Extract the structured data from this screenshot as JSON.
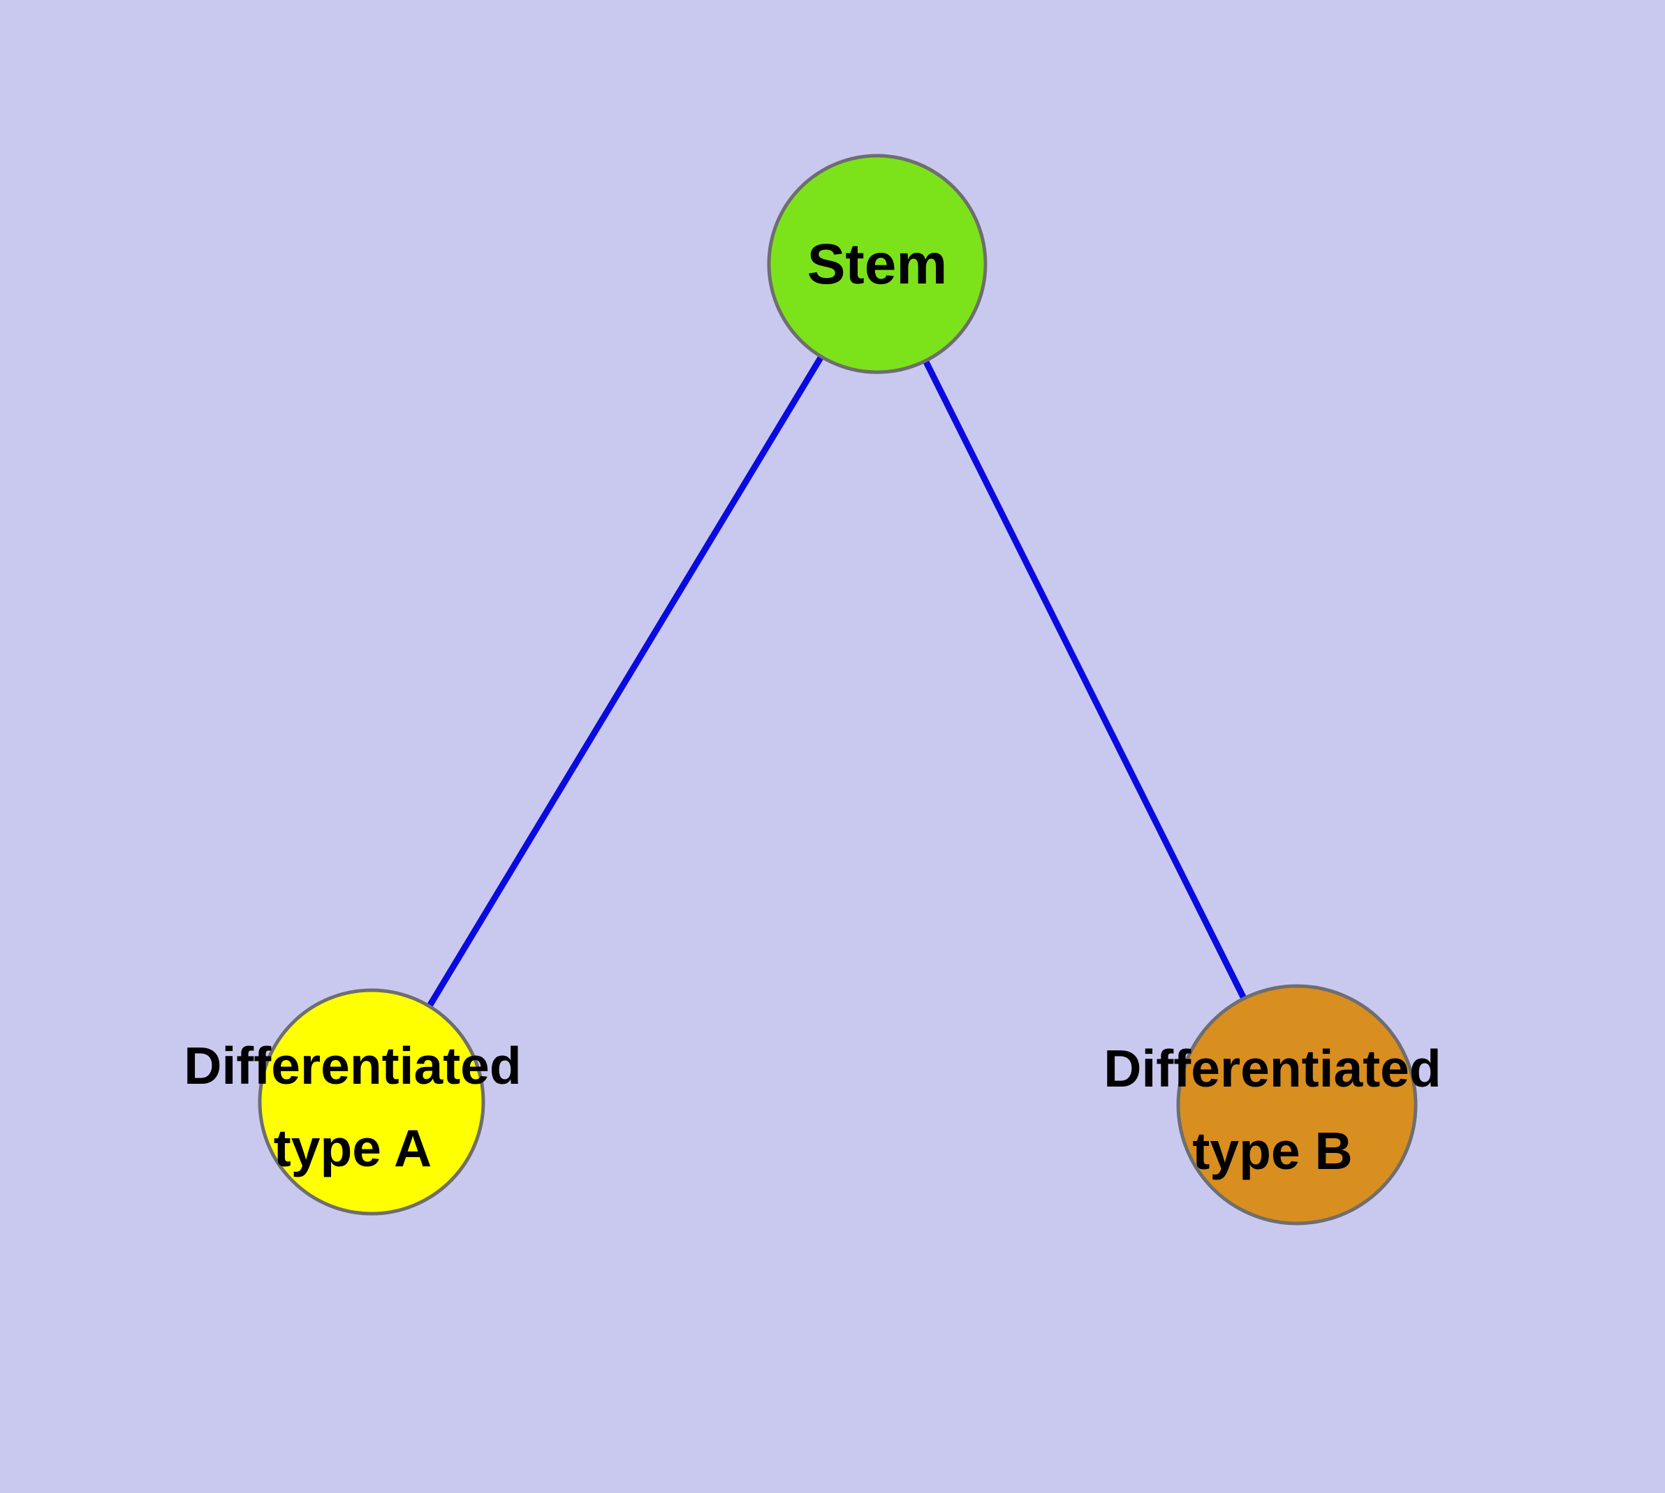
{
  "diagram": {
    "background_color": "#c9c9f0",
    "edge_color": "#0a0ae0",
    "node_border_color": "#6e6e6e",
    "nodes": [
      {
        "id": "stem",
        "label": "Stem",
        "fill": "#7ce31a"
      },
      {
        "id": "diff-a",
        "label_line1": "Differentiated",
        "label_line2": "type A",
        "fill": "#ffff00"
      },
      {
        "id": "diff-b",
        "label_line1": "Differentiated",
        "label_line2": "type B",
        "fill": "#d98e20"
      }
    ],
    "edges": [
      {
        "from": "stem",
        "to": "diff-a"
      },
      {
        "from": "stem",
        "to": "diff-b"
      }
    ]
  }
}
